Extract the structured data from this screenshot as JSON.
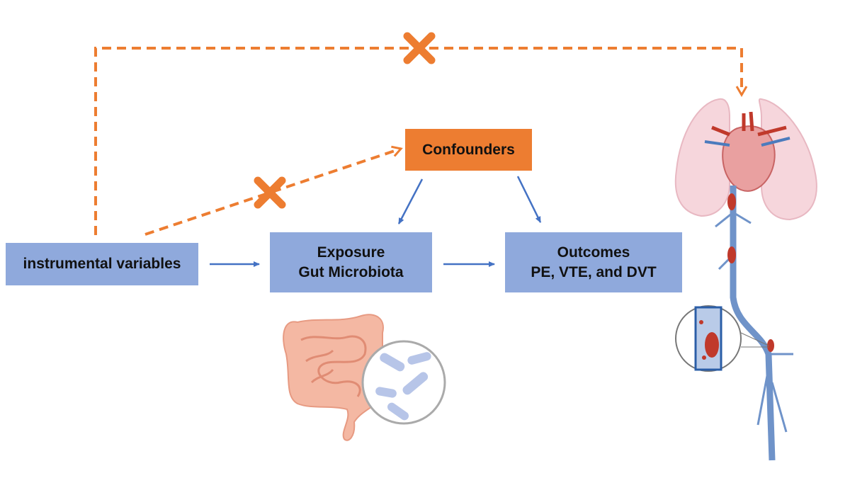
{
  "colors": {
    "box_blue": "#8fa9dc",
    "box_orange": "#ed7d31",
    "arrow_blue": "#4472c4",
    "dashed_orange": "#ed7d31",
    "blocked_cross": "#ed7d31"
  },
  "nodes": {
    "instrumental": {
      "label": "instrumental variables"
    },
    "exposure": {
      "line1": "Exposure",
      "line2": "Gut Microbiota"
    },
    "outcomes": {
      "line1": "Outcomes",
      "line2": "PE, VTE, and DVT"
    },
    "confounders": {
      "label": "Confounders"
    }
  },
  "edges": [
    {
      "from": "instrumental",
      "to": "exposure",
      "style": "solid"
    },
    {
      "from": "exposure",
      "to": "outcomes",
      "style": "solid"
    },
    {
      "from": "confounders",
      "to": "exposure",
      "style": "solid"
    },
    {
      "from": "confounders",
      "to": "outcomes",
      "style": "solid"
    },
    {
      "from": "instrumental",
      "to": "confounders",
      "style": "dashed",
      "blocked": true
    },
    {
      "from": "instrumental",
      "to": "outcomes",
      "style": "dashed",
      "blocked": true
    }
  ],
  "illustrations": [
    "intestine-illustration",
    "bacteria-magnifier",
    "lungs-heart-illustration",
    "vein-illustration",
    "clot-magnifier"
  ]
}
